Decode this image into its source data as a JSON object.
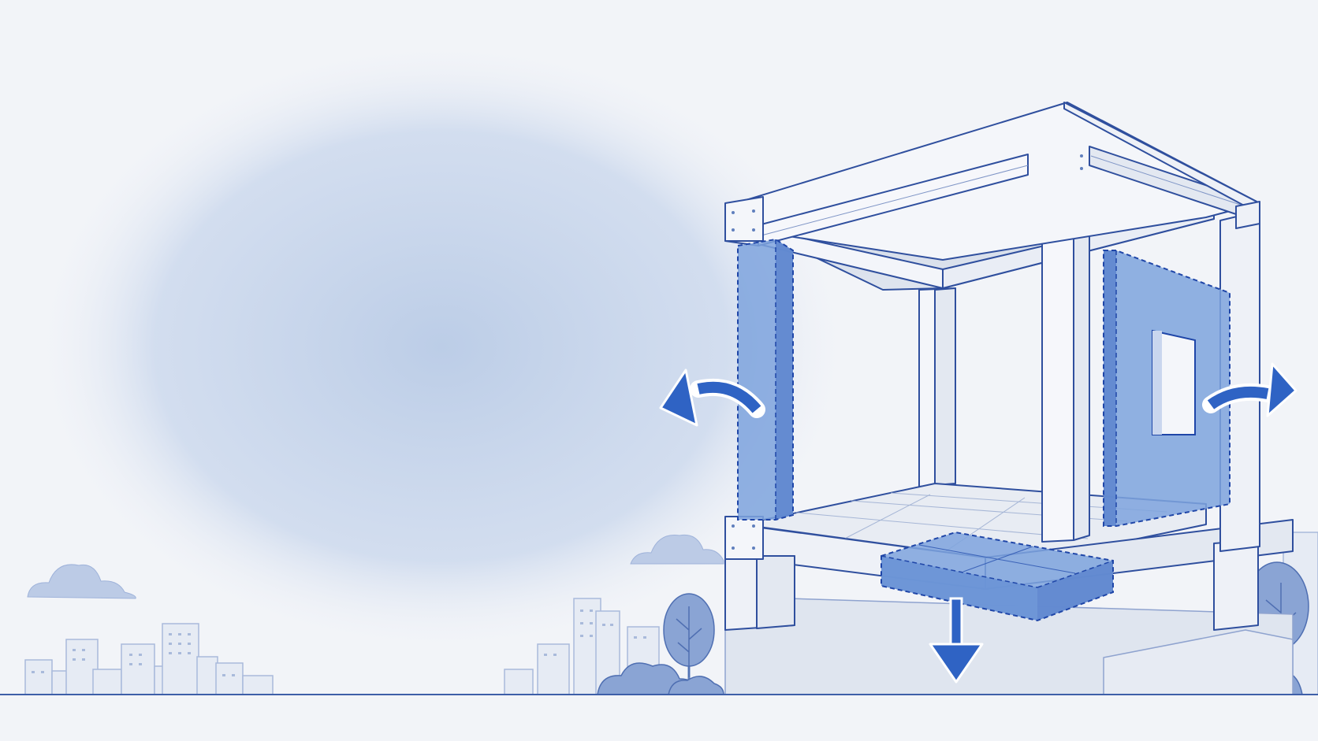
{
  "scene": {
    "subject": "concrete-frame-building-component-removal",
    "elements": [
      {
        "name": "column",
        "state": "removed",
        "arrow": "left-curved-arrow-icon"
      },
      {
        "name": "wall-panel-with-window",
        "state": "removed",
        "arrow": "right-curved-arrow-icon"
      },
      {
        "name": "floor-slab-section",
        "state": "removed",
        "arrow": "down-arrow-icon"
      }
    ]
  },
  "colors": {
    "background": "#f2f4f8",
    "haze": "#c5d3e8",
    "frame_fill": "#eef1f7",
    "frame_stroke": "#2f4f9e",
    "highlight_fill": "#7ea3dd",
    "highlight_stroke": "#1f46a8",
    "arrow": "#2f63c4",
    "tree": "#6f8fc8",
    "city": "#a9badb",
    "ground_line": "#3e5fa8"
  }
}
